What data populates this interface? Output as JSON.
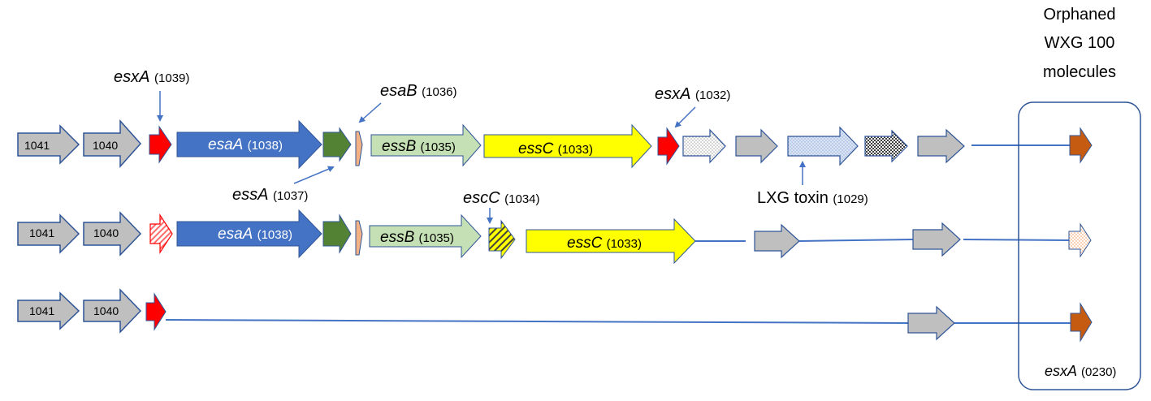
{
  "header": {
    "line1": "Orphaned",
    "line2": "WXG 100",
    "line3": "molecules"
  },
  "gene_numbers": {
    "g1041": "1041",
    "g1040": "1040"
  },
  "genes": {
    "esaA": {
      "name": "esaA",
      "id": "(1038)"
    },
    "essB": {
      "name": "essB",
      "id": "(1035)"
    },
    "essC": {
      "name": "essC",
      "id": "(1033)"
    }
  },
  "callouts": {
    "esxA_1039": {
      "name": "esxA",
      "id": "(1039)"
    },
    "esaB_1036": {
      "name": "esaB",
      "id": "(1036)"
    },
    "esxA_1032": {
      "name": "esxA",
      "id": "(1032)"
    },
    "essA_1037": {
      "name": "essA",
      "id": "(1037)"
    },
    "escC_1034": {
      "name": "escC",
      "id": "(1034)"
    },
    "lxg_1029": {
      "name": "LXG toxin",
      "id": "(1029)"
    },
    "esxA_0230": {
      "name": "esxA",
      "id": "(0230)"
    }
  },
  "colors": {
    "grey": "#bfbfbf",
    "red": "#ff0000",
    "blue": "#4472c4",
    "green": "#548235",
    "peach": "#f4b183",
    "lightgreen": "#c5e0b4",
    "yellow": "#ffff00",
    "orange": "#c55a11",
    "line": "#4472c4",
    "outline": "#2f5597"
  }
}
